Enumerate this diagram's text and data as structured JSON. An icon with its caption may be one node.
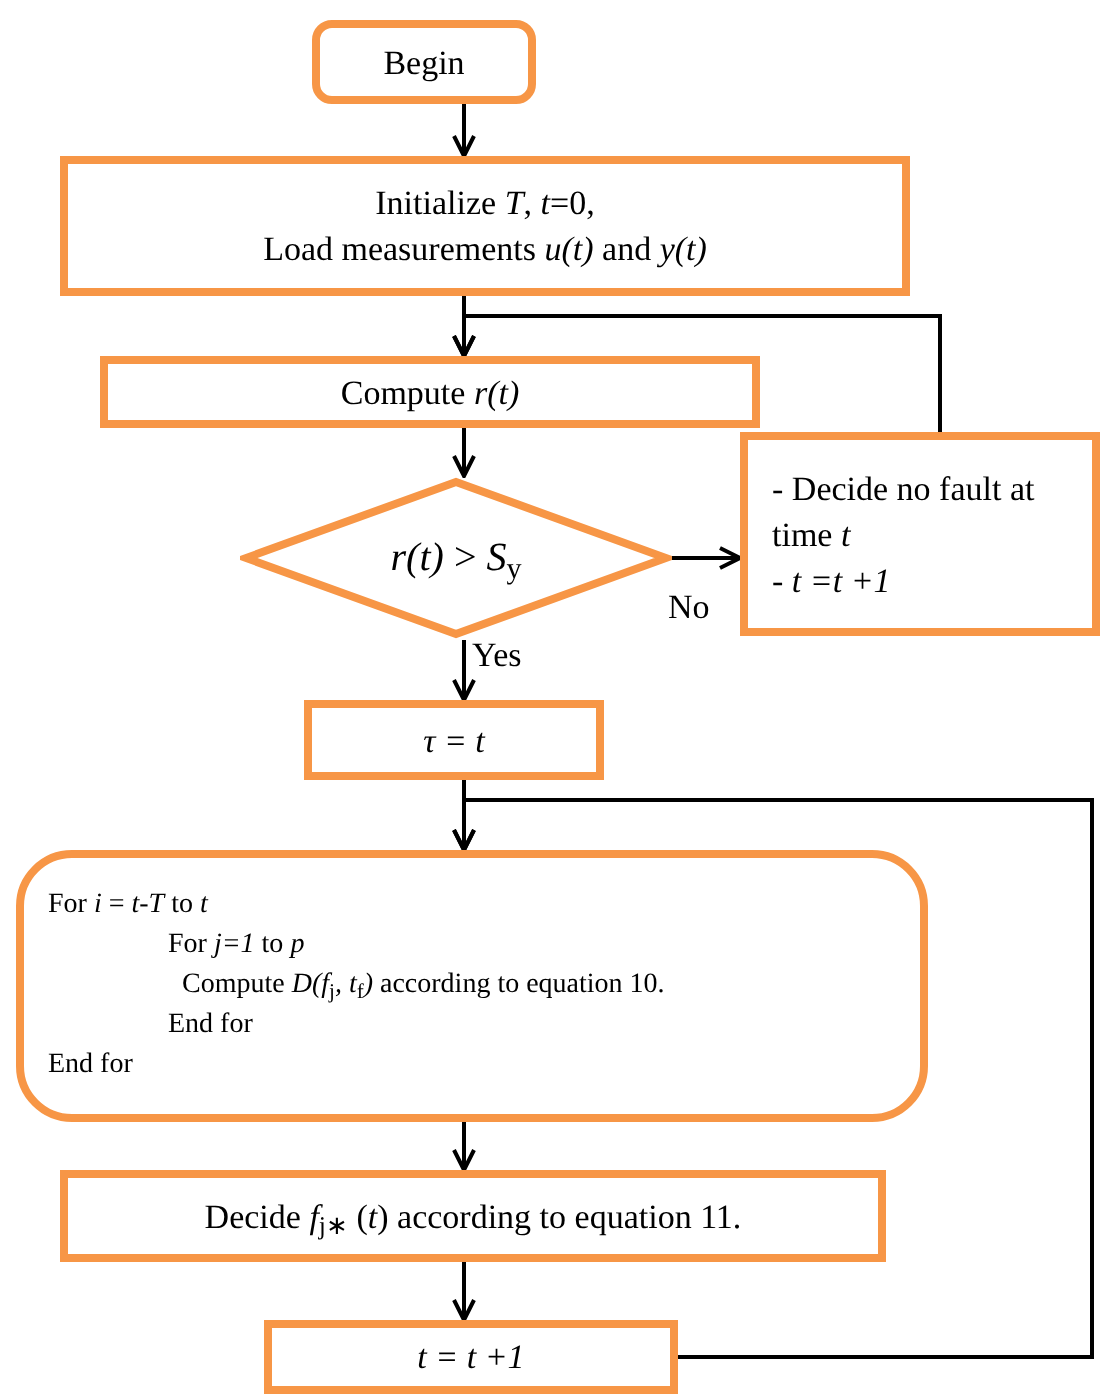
{
  "diagram": {
    "nodes": [
      {
        "text": [
          "Begin"
        ]
      },
      {
        "text": [
          "Initialize *T*, *t*=0,",
          "Load measurements *u(t)* and *y(t)*"
        ]
      },
      {
        "text": [
          "Compute *r(t)*"
        ]
      },
      {
        "text": [
          "*r(t)* > *S*$_{y}$"
        ]
      },
      {
        "text": [
          "-  Decide no fault at time *t*",
          "*- t =t +1*"
        ]
      },
      {
        "text": [
          "*τ = t*"
        ]
      },
      {
        "text": [
          "For *i* = *t-T* to *t*",
          "For *j=1* to *p*",
          "Compute *D(f*$_{j}$*, t*$_{f}$*)* according to equation 10.",
          "End for",
          "End for"
        ]
      },
      {
        "text": [
          "Decide *f*$_{j∗}$ (*t*) according to equation 11."
        ]
      },
      {
        "text": [
          "*t = t +1*"
        ]
      }
    ],
    "edges": [
      {
        "from": 0,
        "to": 1,
        "arrow": "to"
      },
      {
        "from": 1,
        "to": 2,
        "arrow": "to"
      },
      {
        "from": 2,
        "to": 3,
        "arrow": "to"
      },
      {
        "from": 3,
        "to": 4,
        "arrow": "to",
        "label": "No"
      },
      {
        "from": 3,
        "to": 5,
        "arrow": "to",
        "label": "Yes"
      },
      {
        "from": 4,
        "to": 2,
        "arrow": "to"
      },
      {
        "from": 5,
        "to": 6,
        "arrow": "to"
      },
      {
        "from": 6,
        "to": 7,
        "arrow": "to"
      },
      {
        "from": 7,
        "to": 8,
        "arrow": "to"
      },
      {
        "from": 8,
        "to": 6,
        "arrow": "to"
      }
    ]
  }
}
